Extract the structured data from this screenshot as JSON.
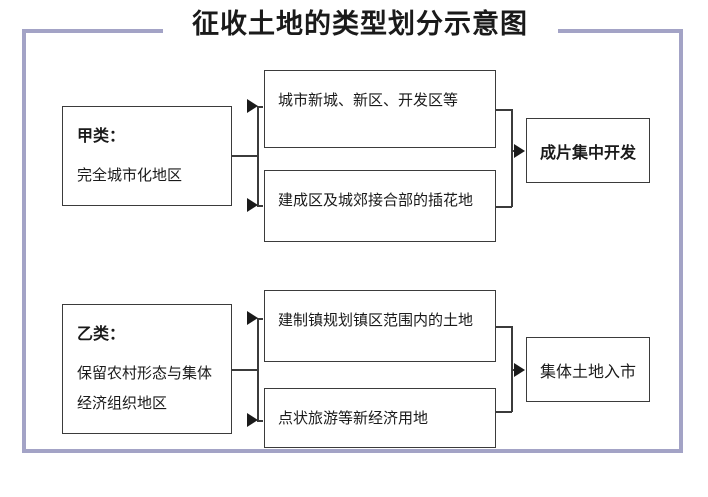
{
  "diagram": {
    "title": "征收土地的类型划分示意图",
    "frame_color": "#a3a3c6",
    "box_border_color": "#3b3b3b",
    "text_color": "#1a1a1a",
    "categories": [
      {
        "id": "jia",
        "heading": "甲类：",
        "description": "完全城市化地区",
        "details": [
          "城市新城、新区、开发区等",
          "建成区及城郊接合部的插花地"
        ],
        "result": "成片集中开发"
      },
      {
        "id": "yi",
        "heading": "乙类：",
        "description_line1": "保留农村形态与集体",
        "description_line2": "经济组织地区",
        "details": [
          "建制镇规划镇区范围内的土地",
          "点状旅游等新经济用地"
        ],
        "result": "集体土地入市"
      }
    ]
  }
}
